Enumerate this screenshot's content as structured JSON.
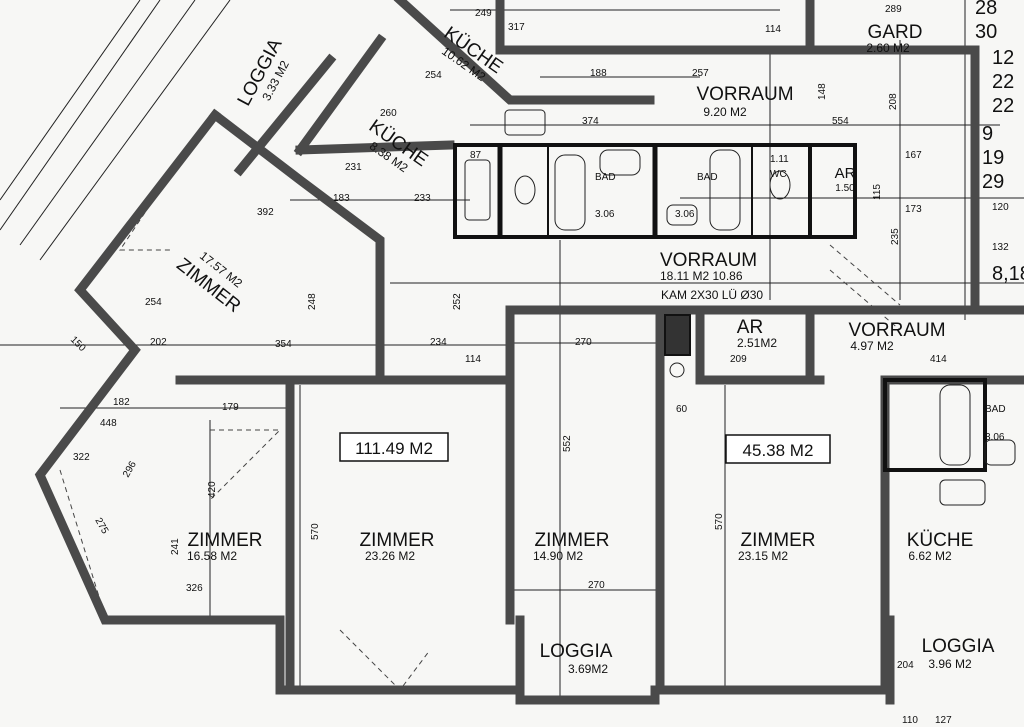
{
  "rooms": [
    {
      "name": "LOGGIA",
      "area": "3.33 M2"
    },
    {
      "name": "KÜCHE",
      "area": "10.62 M2"
    },
    {
      "name": "KÜCHE",
      "area": "8.38 M2"
    },
    {
      "name": "ZIMMER",
      "area": "17.57 M2"
    },
    {
      "name": "VORRAUM",
      "area": "9.20 M2"
    },
    {
      "name": "GARD",
      "area": "2.60 M2"
    },
    {
      "name": "BAD",
      "area": "3.06"
    },
    {
      "name": "BAD",
      "area": "3.06"
    },
    {
      "name": "WC",
      "area": "1.11"
    },
    {
      "name": "AR",
      "area": "1.50"
    },
    {
      "name": "VORRAUM",
      "area": "18.11 M2 10.86"
    },
    {
      "name": "AR",
      "area": "2.51M2"
    },
    {
      "name": "VORRAUM",
      "area": "4.97 M2"
    },
    {
      "name": "BAD",
      "area": "3.06"
    },
    {
      "name": "ZIMMER",
      "area": "16.58 M2"
    },
    {
      "name": "ZIMMER",
      "area": "23.26 M2"
    },
    {
      "name": "ZIMMER",
      "area": "14.90 M2"
    },
    {
      "name": "ZIMMER",
      "area": "23.15 M2"
    },
    {
      "name": "KÜCHE",
      "area": "6.62 M2"
    },
    {
      "name": "LOGGIA",
      "area": "3.69M2"
    },
    {
      "name": "LOGGIA",
      "area": "3.96 M2"
    }
  ],
  "chimney_note": "KAM 2X30 LÜ Ø30",
  "unit_totals": [
    "111.49 M2",
    "45.38 M2"
  ],
  "side_numbers": [
    "28",
    "30",
    "12",
    "22",
    "22",
    "9",
    "19",
    "29",
    "8,18"
  ],
  "dimensions": [
    "249",
    "289",
    "114",
    "188",
    "257",
    "374",
    "554",
    "167",
    "173",
    "132",
    "120",
    "317",
    "254",
    "260",
    "231",
    "183",
    "233",
    "392",
    "254",
    "202",
    "354",
    "234",
    "114",
    "270",
    "552",
    "570",
    "570",
    "420",
    "241",
    "326",
    "179",
    "182",
    "448",
    "322",
    "275",
    "296",
    "150",
    "270",
    "204",
    "414",
    "209",
    "60",
    "87",
    "208",
    "235",
    "115",
    "148",
    "248",
    "252",
    "127",
    "110"
  ]
}
